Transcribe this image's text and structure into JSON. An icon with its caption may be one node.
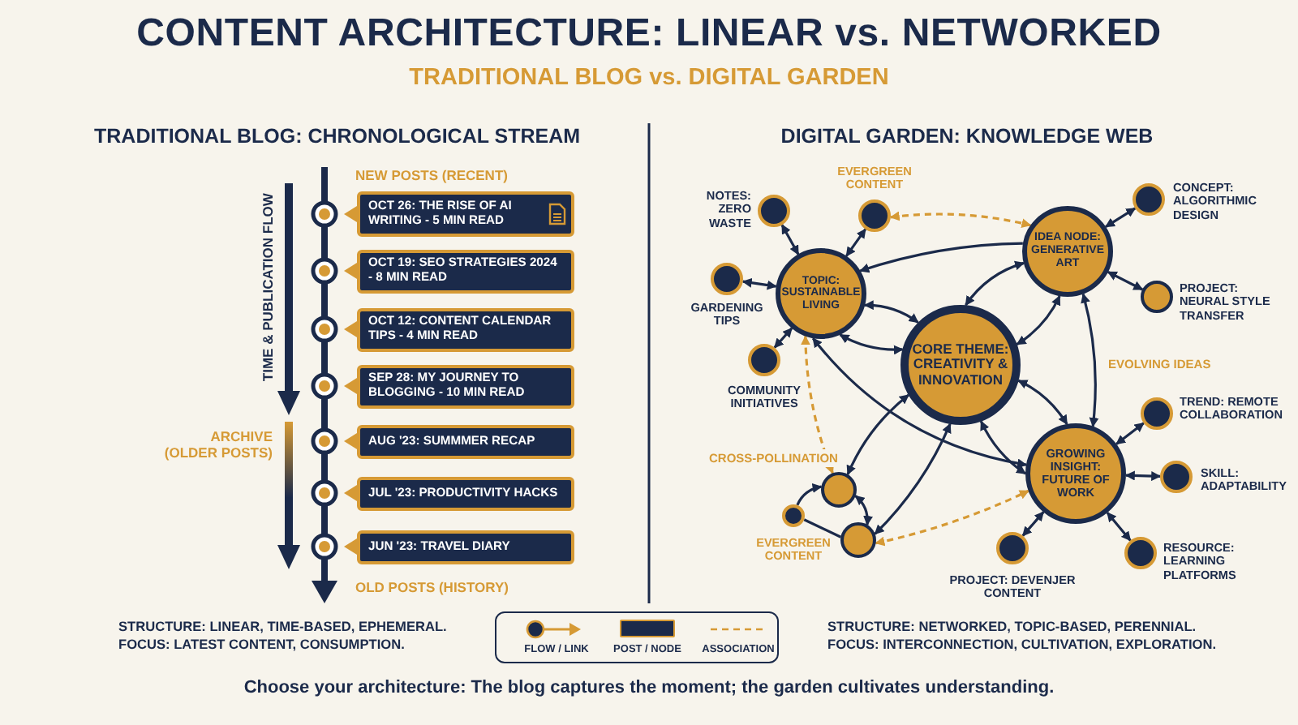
{
  "diagram": {
    "title": "CONTENT ARCHITECTURE: LINEAR vs. NETWORKED",
    "caption": "Choose your architecture: The blog captures the moment; the garden cultivates understanding.",
    "nodes": [
      {
        "text": [
          "OCT 26: THE RISE OF AI WRITING - 5 MIN READ"
        ]
      },
      {
        "text": [
          "OCT 19: SEO STRATEGIES 2024 - 8 MIN READ"
        ]
      },
      {
        "text": [
          "OCT 12: CONTENT CALENDAR TIPS - 4 MIN READ"
        ]
      },
      {
        "text": [
          "SEP 28: MY JOURNEY TO BLOGGING - 10 MIN READ"
        ]
      },
      {
        "text": [
          "AUG '23: SUMMMER RECAP"
        ]
      },
      {
        "text": [
          "JUL '23: PRODUCTIVITY HACKS"
        ]
      },
      {
        "text": [
          "JUN '23: TRAVEL DIARY"
        ]
      },
      {
        "text": [],
        "shape": "circle",
        "beside": [
          "EVERGREEN CONTENT"
        ]
      },
      {
        "text": [],
        "shape": "circle",
        "beside": [
          "NOTES: ZERO WASTE"
        ]
      },
      {
        "text": [
          "TOPIC: SUSTAINABLE LIVING"
        ]
      },
      {
        "text": [
          "IDEA NODE: GENERATIVE ART"
        ]
      },
      {
        "text": [],
        "shape": "circle",
        "beside": [
          "CONCEPT: ALGORITHMIC DESIGN"
        ]
      },
      {
        "text": [],
        "shape": "circle",
        "beside": [
          "GARDENING TIPS"
        ]
      },
      {
        "text": [],
        "shape": "circle",
        "beside": [
          "PROJECT: NEURAL STYLE TRANSFER"
        ]
      },
      {
        "text": [
          "CORE THEME: CREATIVITY & INNOVATION"
        ]
      },
      {
        "text": [],
        "shape": "circle",
        "beside": [
          "COMMUNITY INITIATIVES"
        ]
      },
      {
        "text": [],
        "shape": "circle",
        "beside": [
          "TREND: REMOTE COLLABORATION"
        ]
      },
      {
        "text": [
          "GROWING INSIGHT: FUTURE OF WORK"
        ]
      },
      {
        "text": [],
        "shape": "circle",
        "beside": [
          "SKILL: ADAPTABILITY"
        ]
      },
      {
        "text": [],
        "shape": "circle"
      },
      {
        "text": [],
        "shape": "circle",
        "beside": [
          "EVERGREEN CONTENT"
        ]
      },
      {
        "text": [],
        "shape": "circle"
      },
      {
        "text": [],
        "shape": "circle",
        "beside": [
          "PROJECT: DEVENJER CONTENT"
        ]
      },
      {
        "text": [],
        "shape": "circle",
        "beside": [
          "RESOURCE: LEARNING PLATFORMS"
        ]
      }
    ],
    "edges": [
      {
        "from": 8,
        "to": 9,
        "arrow": "both"
      },
      {
        "from": 7,
        "to": 9,
        "arrow": "both"
      },
      {
        "from": 12,
        "to": 9,
        "arrow": "both"
      },
      {
        "from": 15,
        "to": 9,
        "arrow": "both"
      },
      {
        "from": 7,
        "to": 10,
        "arrow": "both",
        "style": "dashed",
        "color": "#d69a35"
      },
      {
        "from": 10,
        "to": 9,
        "arrow": "to"
      },
      {
        "from": 9,
        "to": 14,
        "arrow": "both"
      },
      {
        "from": 14,
        "to": 10,
        "arrow": "both"
      },
      {
        "from": 11,
        "to": 10,
        "arrow": "both"
      },
      {
        "from": 13,
        "to": 10,
        "arrow": "both"
      },
      {
        "from": 9,
        "to": 14,
        "arrow": "both"
      },
      {
        "from": 14,
        "to": 10,
        "arrow": "both"
      },
      {
        "from": 10,
        "to": 17,
        "arrow": "both",
        "label": "EVOLVING IDEAS"
      },
      {
        "from": 14,
        "to": 17,
        "arrow": "both"
      },
      {
        "from": 9,
        "to": 17,
        "arrow": "both"
      },
      {
        "from": 9,
        "to": 19,
        "arrow": "both",
        "style": "dashed",
        "color": "#d69a35",
        "label": "CROSS-POLLINATION"
      },
      {
        "from": 14,
        "to": 19,
        "arrow": "both"
      },
      {
        "from": 14,
        "to": 21,
        "arrow": "both"
      },
      {
        "from": 14,
        "to": 17,
        "arrow": "both"
      },
      {
        "from": 19,
        "to": 21,
        "arrow": "both"
      },
      {
        "from": 20,
        "to": 19,
        "arrow": "to"
      },
      {
        "from": 20,
        "to": 21,
        "arrow": "none"
      },
      {
        "from": 21,
        "to": 17,
        "arrow": "both",
        "style": "dashed",
        "color": "#d69a35"
      },
      {
        "from": 17,
        "to": 16,
        "arrow": "both"
      },
      {
        "from": 17,
        "to": 18,
        "arrow": "both"
      },
      {
        "from": 17,
        "to": 23,
        "arrow": "both"
      },
      {
        "from": 17,
        "to": 22,
        "arrow": "both"
      }
    ],
    "labels": [
      "TRADITIONAL BLOG vs. DIGITAL GARDEN",
      "TRADITIONAL BLOG: CHRONOLOGICAL STREAM",
      "NEW POSTS (RECENT)",
      "TIME & PUBLICATION FLOW",
      "ARCHIVE (OLDER POSTS)",
      "OLD POSTS (HISTORY)",
      "DIGITAL GARDEN: KNOWLEDGE WEB",
      "STRUCTURE: LINEAR, TIME-BASED, EPHEMERAL.",
      "FOCUS: LATEST CONTENT, CONSUMPTION.",
      "STRUCTURE: NETWORKED, TOPIC-BASED, PERENNIAL.",
      "FOCUS: INTERCONNECTION, CULTIVATION, EXPLORATION."
    ],
    "legend": [
      {
        "text": "FLOW / LINK"
      },
      {
        "text": "POST / NODE",
        "color": "#1b2a4a"
      },
      {
        "text": "ASSOCIATION"
      }
    ]
  }
}
